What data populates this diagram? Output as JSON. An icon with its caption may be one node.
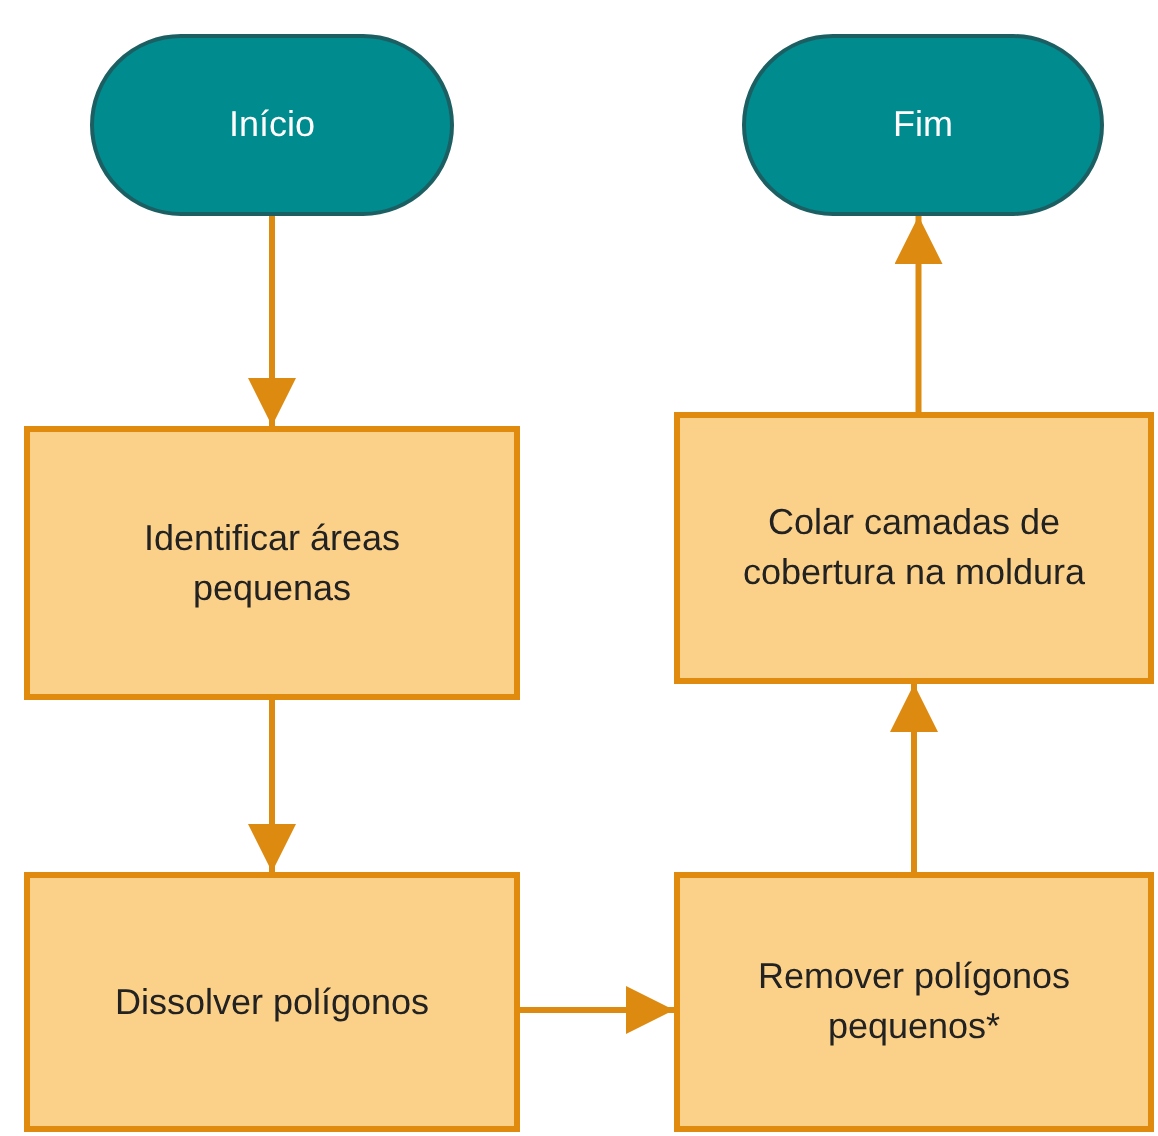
{
  "diagram": {
    "nodes": [
      {
        "text": [
          "Início"
        ]
      },
      {
        "text": [
          "Fim"
        ]
      },
      {
        "text": [
          "Identificar áreas pequenas"
        ]
      },
      {
        "text": [
          "Colar camadas de cobertura na moldura"
        ]
      },
      {
        "text": [
          "Dissolver polígonos"
        ]
      },
      {
        "text": [
          "Remover polígonos pequenos*"
        ]
      }
    ],
    "edges": [
      {
        "from": 0,
        "to": 2,
        "arrow": "to"
      },
      {
        "from": 2,
        "to": 4,
        "arrow": "to"
      },
      {
        "from": 4,
        "to": 5,
        "arrow": "to"
      },
      {
        "from": 5,
        "to": 3,
        "arrow": "to"
      },
      {
        "from": 3,
        "to": 1,
        "arrow": "to"
      }
    ]
  }
}
